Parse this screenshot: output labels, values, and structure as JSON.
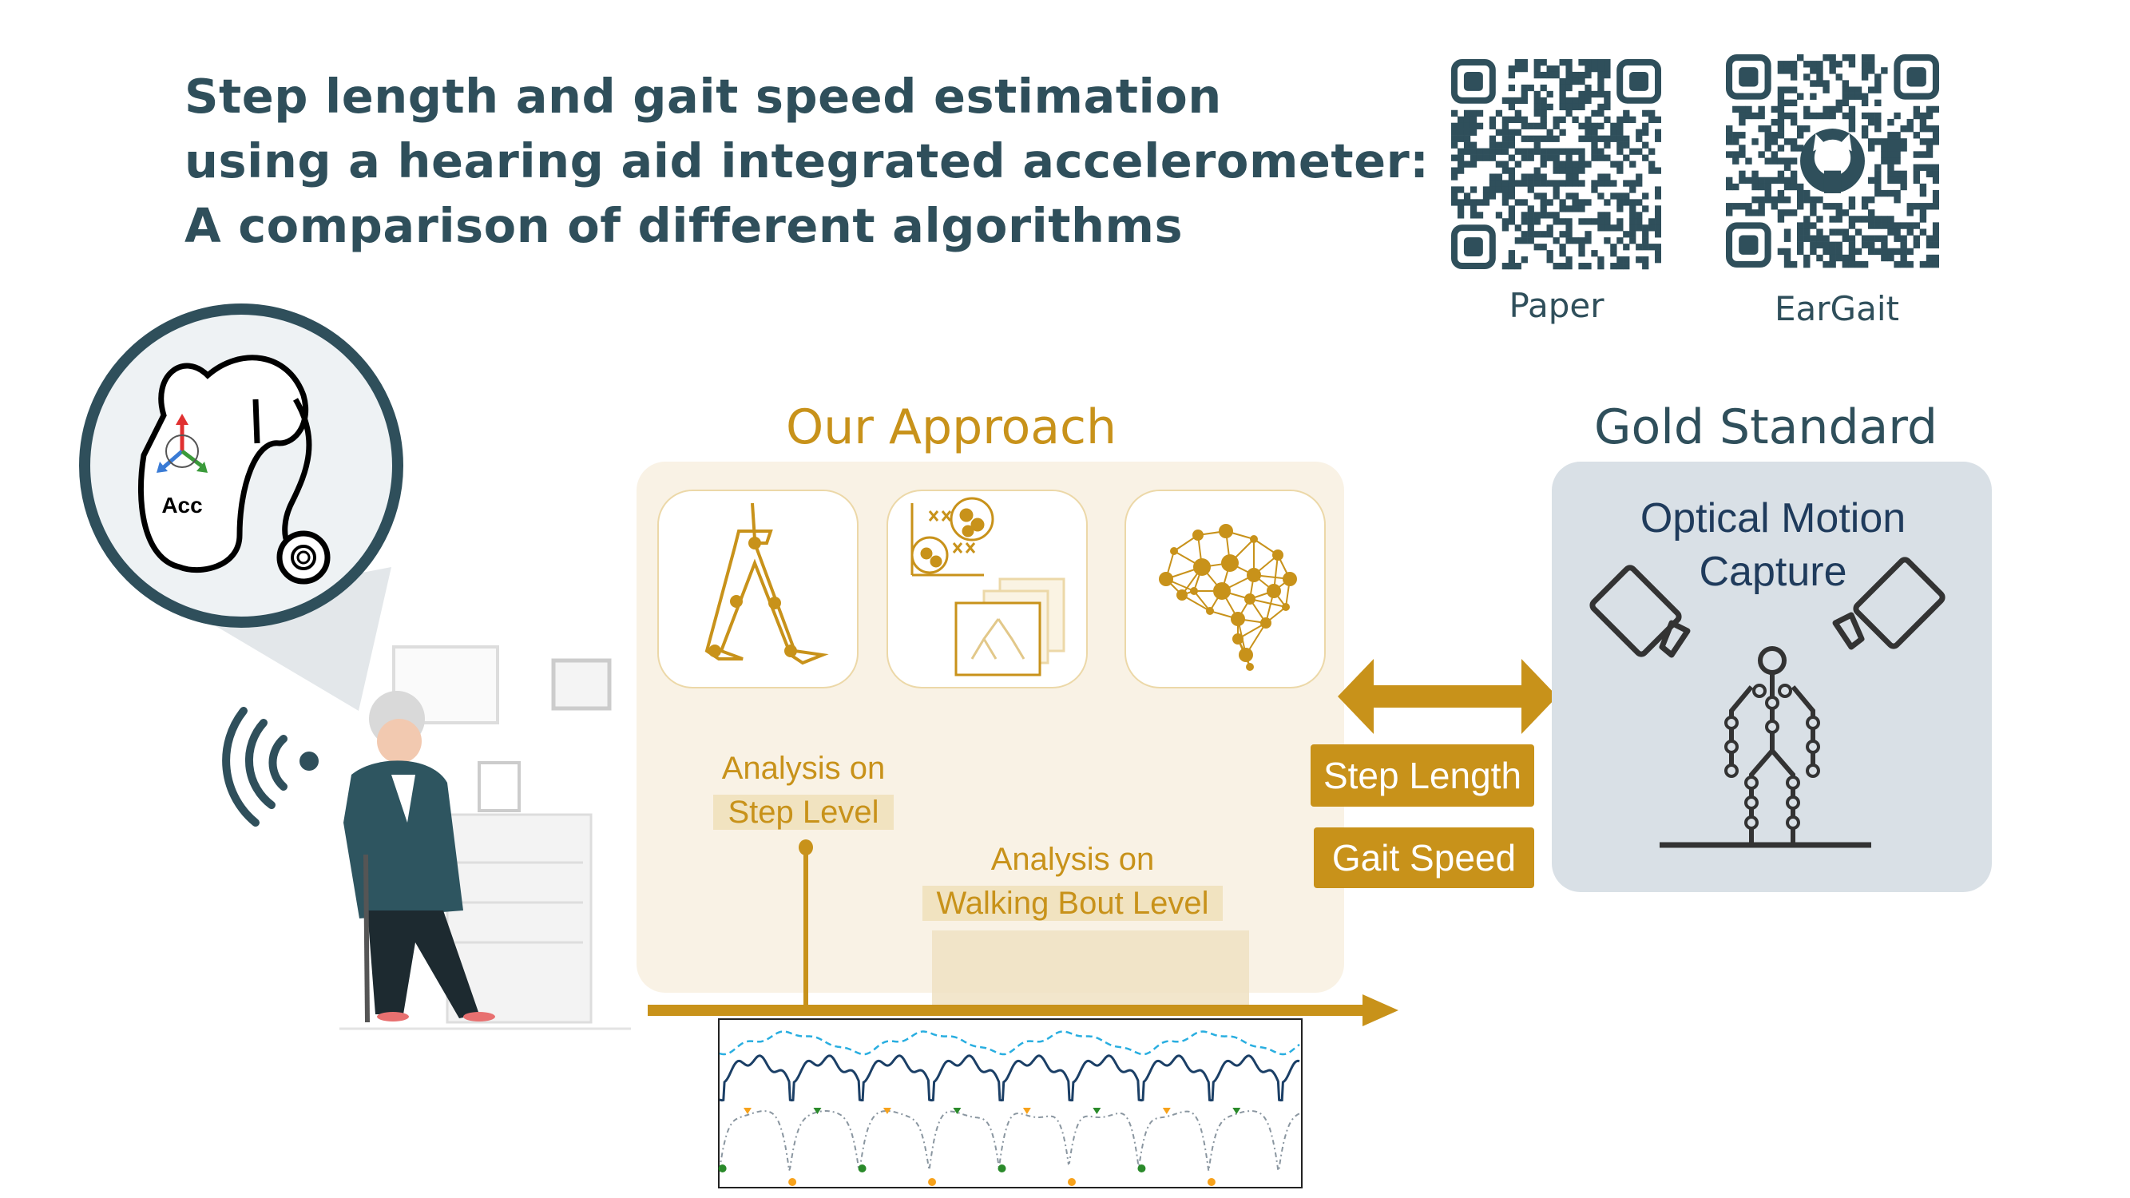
{
  "title": {
    "lines": [
      "Step length and gait speed estimation",
      "using a hearing aid integrated accelerometer:",
      "A comparison of different algorithms"
    ]
  },
  "qr_codes": [
    {
      "label": "Paper",
      "icon": "qr-code"
    },
    {
      "label": "EarGait",
      "icon": "github-icon"
    }
  ],
  "hearing_aid": {
    "sensor_label": "Acc"
  },
  "approach": {
    "heading": "Our Approach",
    "cards": [
      {
        "icon": "walking-skeleton-icon"
      },
      {
        "icon": "clustering-decision-tree-icon"
      },
      {
        "icon": "neural-network-brain-icon"
      }
    ],
    "step_level": [
      "Analysis on",
      "Step Level"
    ],
    "bout_level": [
      "Analysis on",
      "Walking Bout Level"
    ]
  },
  "outputs": {
    "step_length": "Step Length",
    "gait_speed": "Gait Speed"
  },
  "gold_standard": {
    "heading": "Gold Standard",
    "method": [
      "Optical Motion",
      "Capture"
    ]
  },
  "colors": {
    "title": "#2f4f5b",
    "gold": "#c8921a",
    "approach_bg": "#f9f2e5",
    "gold_bg": "#d9e0e6",
    "navy": "#1f3b5c"
  }
}
